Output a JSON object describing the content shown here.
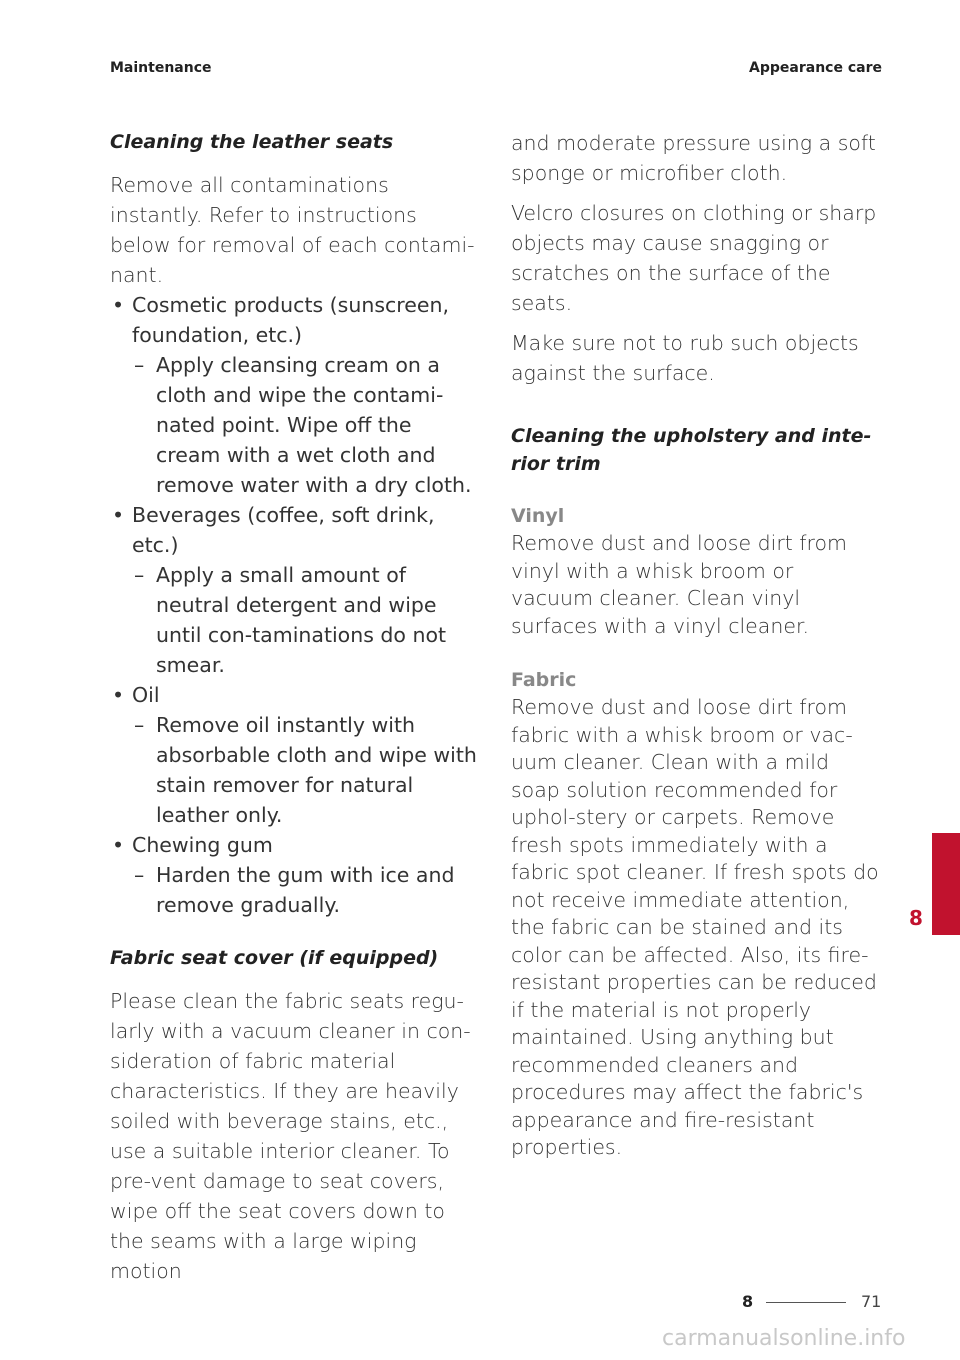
{
  "header": {
    "left": "Maintenance",
    "right": "Appearance care"
  },
  "left": {
    "title": "Cleaning the leather seats",
    "intro": "Remove all contaminations instantly. Refer to instructions below for removal of each contami-nant.",
    "bullets": [
      {
        "label": "Cosmetic products (sunscreen, foundation, etc.)",
        "sub": [
          "Apply cleansing cream on a cloth and wipe the contami-nated point. Wipe off the cream with a wet cloth and remove water with a dry cloth."
        ]
      },
      {
        "label": "Beverages (coffee, soft drink, etc.)",
        "sub": [
          "Apply a small amount of neutral detergent and wipe until con-taminations do not smear."
        ]
      },
      {
        "label": "Oil",
        "sub": [
          "Remove oil instantly with absorbable cloth and wipe with stain remover for natural leather only."
        ]
      },
      {
        "label": "Chewing gum",
        "sub": [
          "Harden the gum with ice and remove gradually."
        ]
      }
    ],
    "title2": "Fabric seat cover (if equipped)",
    "para2": "Please clean the fabric seats regu-larly with a vacuum cleaner in con-sideration of fabric material characteristics. If they are heavily soiled with beverage stains, etc., use a suitable interior cleaner. To pre-vent damage to seat covers, wipe off the seat covers down to the seams with a large wiping motion"
  },
  "right": {
    "para1": "and moderate pressure using a soft sponge or microfiber cloth.",
    "para2": "Velcro closures on clothing or sharp objects may cause snagging or scratches on the surface of the seats.",
    "para3": "Make sure not to rub such objects against the surface.",
    "title": "Cleaning the upholstery and inte-rior trim",
    "vinyl_head": "Vinyl",
    "vinyl_text": "Remove dust and loose dirt from vinyl with a whisk broom or vacuum cleaner. Clean vinyl surfaces with a vinyl cleaner.",
    "fabric_head": "Fabric",
    "fabric_text": "Remove dust and loose dirt from fabric with a whisk broom or vac-uum cleaner. Clean with a mild soap solution recommended for uphol-stery or carpets. Remove fresh spots immediately with a fabric spot cleaner. If fresh spots do not receive immediate attention, the fabric can be stained and its color can be affected. Also, its fire-resistant properties can be reduced if the material is not properly maintained. Using anything but recommended cleaners and procedures may affect the fabric's appearance and fire-resistant properties."
  },
  "markers": {
    "bullet": "•",
    "dash": "–"
  },
  "tab": {
    "number": "8",
    "color": "#c1122e"
  },
  "footer": {
    "chapter": "8",
    "page": "71"
  },
  "watermark": "carmanualsonline.info"
}
